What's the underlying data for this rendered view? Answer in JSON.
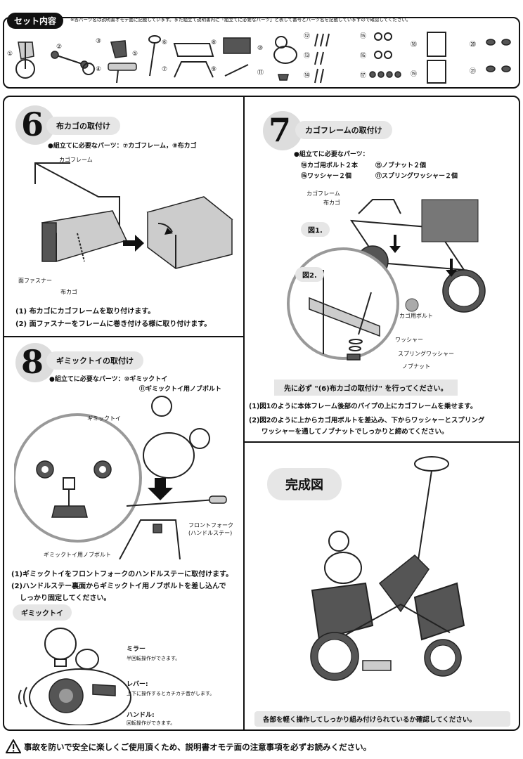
{
  "parts_section": {
    "title": "セット内容",
    "note": "※各パーツ名は説明書オモテ面に記載しています。また組立て説明書内に「組立てに必要なパーツ」と表して番号とパーツ名を記載していますので確認してください。",
    "numbers": [
      "①",
      "②",
      "③",
      "④",
      "⑤",
      "⑥",
      "⑦",
      "⑧",
      "⑨",
      "⑩",
      "⑪",
      "⑫",
      "⑬",
      "⑭",
      "⑮",
      "⑯",
      "⑰",
      "⑱",
      "⑲",
      "⑳",
      "㉑"
    ]
  },
  "step6": {
    "number": "6",
    "title": "布カゴの取付け",
    "parts_label": "●組立てに必要なパーツ：⑦カゴフレーム，⑧布カゴ",
    "labels": {
      "frame": "カゴフレーム",
      "fastener": "面ファスナー",
      "basket": "布カゴ"
    },
    "instructions": [
      "(1) 布カゴにカゴフレームを取り付けます。",
      "(2) 面ファスナーをフレームに巻き付ける様に取り付けます。"
    ]
  },
  "step7": {
    "number": "7",
    "title": "カゴフレームの取付け",
    "parts_label": "●組立てに必要なパーツ：",
    "parts": [
      "⑭カゴ用ボルト２本",
      "⑮ノブナット２個",
      "⑯ワッシャー２個",
      "⑰スプリングワッシャー２個"
    ],
    "labels": {
      "frame": "カゴフレーム",
      "basket": "布カゴ",
      "fig1": "図1.",
      "fig2": "図2.",
      "bolt": "カゴ用ボルト",
      "washer": "ワッシャー",
      "spring_washer": "スプリングワッシャー",
      "knob_nut": "ノブナット"
    },
    "notice": "先に必ず \"(6)布カゴの取付け\" を行ってください。",
    "instructions": [
      "(1)図1のように本体フレーム後部のパイプの上にカゴフレームを乗せます。",
      "(2)図2のように上からカゴ用ボルトを差込み、下からワッシャーとスプリング",
      "ワッシャーを通してノブナットでしっかりと締めてください。"
    ]
  },
  "step8": {
    "number": "8",
    "title": "ギミックトイの取付け",
    "parts_label": "●組立てに必要なパーツ：⑩ギミックトイ",
    "parts_label2": "⑪ギミックトイ用ノブボルト",
    "labels": {
      "toy": "ギミックトイ",
      "fork": "フロントフォーク",
      "fork_sub": "(ハンドルステー)",
      "bolt": "ギミックトイ用ノブボルト"
    },
    "instructions": [
      "(1)ギミックトイをフロントフォークのハンドルステーに取付けます。",
      "(2)ハンドルステー裏面からギミックトイ用ノブボルトを差し込んで",
      "しっかり固定してください。"
    ],
    "toy_section": {
      "title": "ギミックトイ",
      "mirror": "ミラー",
      "mirror_desc": "半回転操作ができます。",
      "lever": "レバー:",
      "lever_desc": "上下に操作するとカチカチ音がします。",
      "handle": "ハンドル:",
      "handle_desc": "回転操作ができます。"
    }
  },
  "completed": {
    "title": "完成図",
    "check": "各部を軽く操作してしっかり組み付けられているか確認してください。"
  },
  "footer": {
    "warning": "事故を防いで安全に楽しくご使用頂くため、説明書オモテ面の注意事項を必ずお読みください。"
  }
}
